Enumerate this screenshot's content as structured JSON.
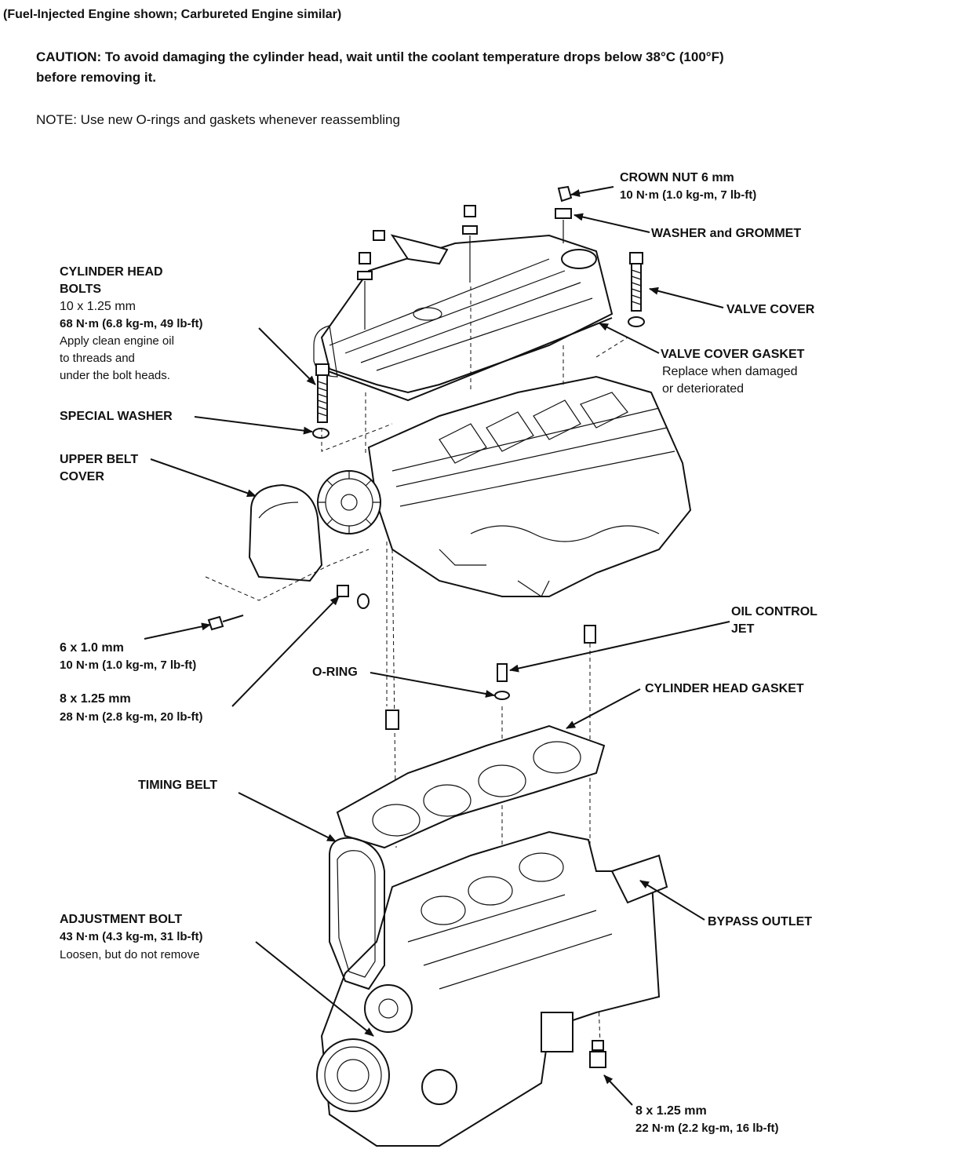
{
  "header": {
    "subtitle": "(Fuel-Injected Engine shown; Carbureted Engine similar)",
    "caution_line1": "CAUTION: To avoid damaging the cylinder head, wait until the coolant temperature drops below 38°C (100°F)",
    "caution_line2": "before removing it.",
    "note": "NOTE: Use new O-rings and gaskets whenever reassembling"
  },
  "callouts": {
    "crown_nut": {
      "title": "CROWN NUT 6 mm",
      "torque": "10 N·m (1.0 kg-m, 7 lb-ft)"
    },
    "washer_grommet": {
      "title": "WASHER and GROMMET"
    },
    "cylinder_head_bolts": {
      "title1": "CYLINDER HEAD",
      "title2": "BOLTS",
      "size": "10 x 1.25 mm",
      "torque": "68 N·m (6.8 kg-m, 49 lb-ft)",
      "note1": "Apply clean engine oil",
      "note2": "to threads and",
      "note3": "under the bolt heads."
    },
    "valve_cover": {
      "title": "VALVE COVER"
    },
    "valve_cover_gasket": {
      "title": "VALVE COVER GASKET",
      "note1": "Replace when damaged",
      "note2": "or deteriorated"
    },
    "special_washer": {
      "title": "SPECIAL WASHER"
    },
    "upper_belt_cover": {
      "title1": "UPPER BELT",
      "title2": "COVER"
    },
    "bolt_6x1": {
      "size": "6 x 1.0 mm",
      "torque": "10 N·m (1.0 kg-m, 7 lb-ft)"
    },
    "bolt_8x125_upper": {
      "size": "8 x 1.25 mm",
      "torque": "28 N·m (2.8 kg-m, 20 lb-ft)"
    },
    "oil_control_jet": {
      "title1": "OIL CONTROL",
      "title2": "JET"
    },
    "o_ring": {
      "title": "O-RING"
    },
    "cylinder_head_gasket": {
      "title": "CYLINDER HEAD GASKET"
    },
    "timing_belt": {
      "title": "TIMING BELT"
    },
    "adjustment_bolt": {
      "title": "ADJUSTMENT BOLT",
      "torque": "43 N·m (4.3 kg-m, 31 lb-ft)",
      "note": "Loosen, but do not remove"
    },
    "bypass_outlet": {
      "title": "BYPASS OUTLET"
    },
    "bolt_8x125_lower": {
      "size": "8 x 1.25 mm",
      "torque": "22 N·m (2.2 kg-m, 16 lb-ft)"
    }
  }
}
